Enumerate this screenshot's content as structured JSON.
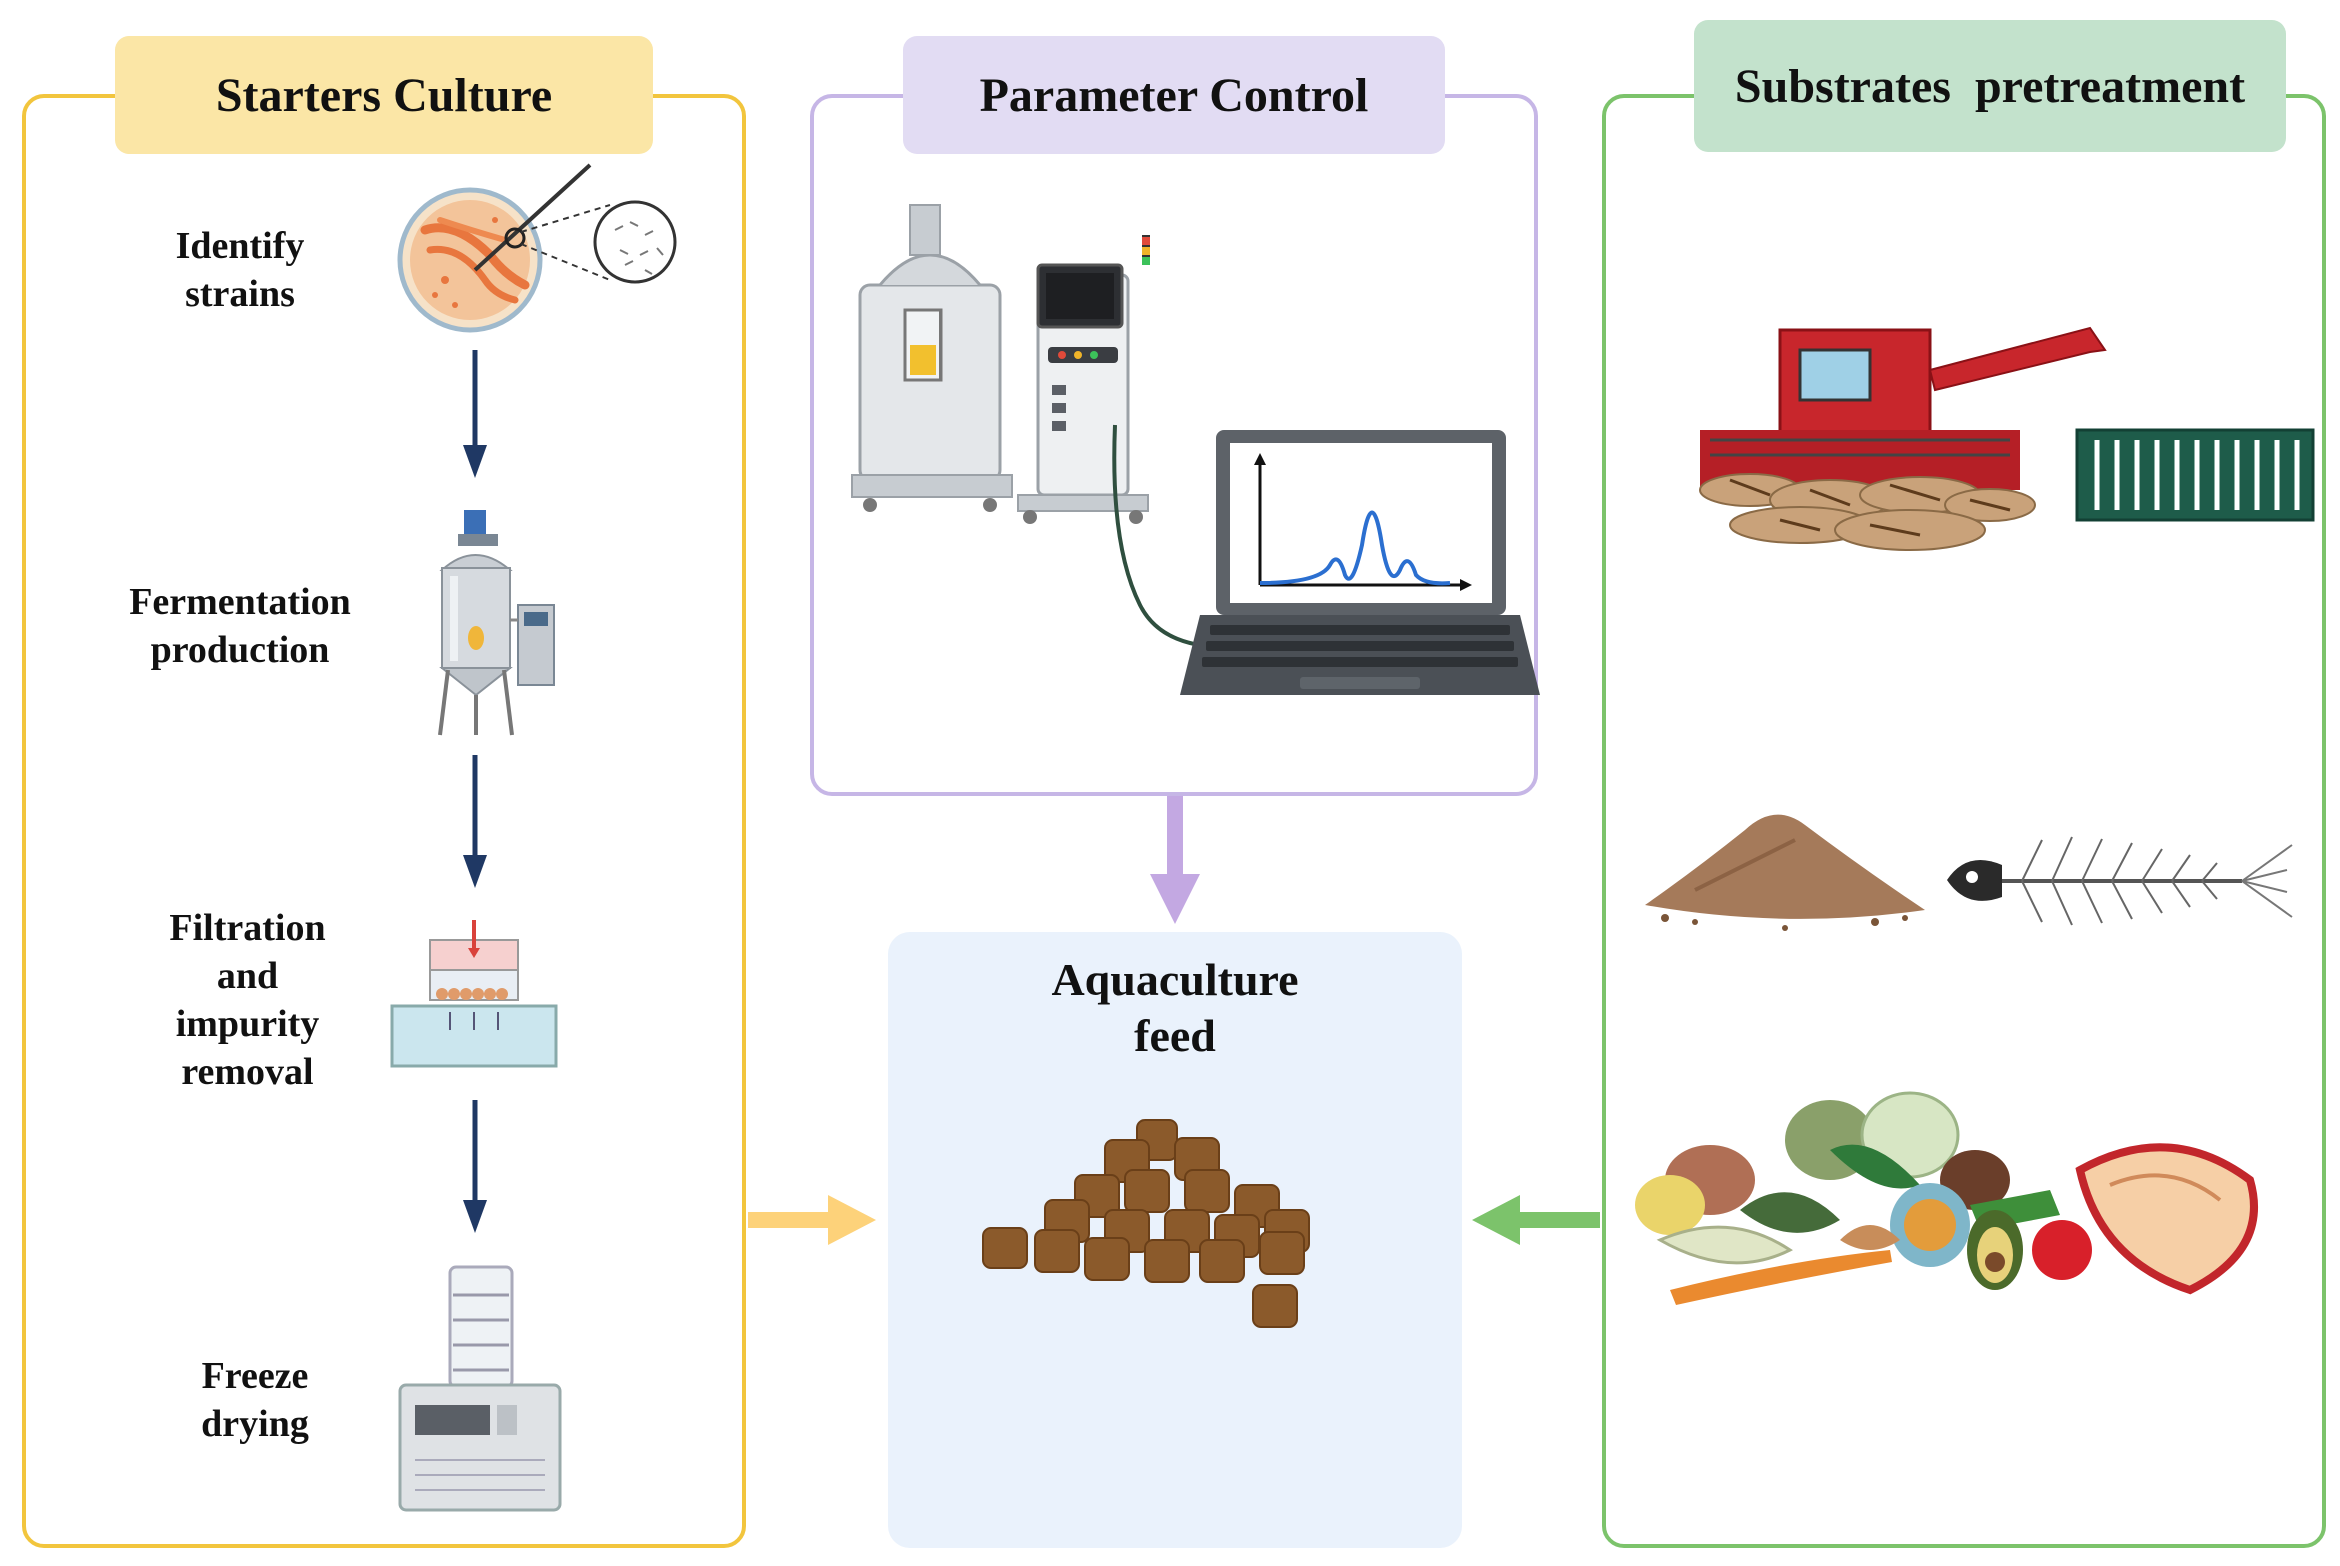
{
  "panels": {
    "starters": {
      "title": "Starters Culture",
      "steps": [
        "Identify strains",
        "Fermentation production",
        "Filtration and impurity removal",
        "Freeze drying"
      ],
      "border_color": "#f2c53d",
      "header_color": "#fbe6a6"
    },
    "parameter": {
      "title": "Parameter Control",
      "border_color": "#c6b6e6",
      "header_color": "#e2dcf3"
    },
    "substrates": {
      "title": "Substrates  pretreatment",
      "border_color": "#7cc36b",
      "header_color": "#c3e2cc"
    }
  },
  "center": {
    "title_line1": "Aquaculture",
    "title_line2": "feed",
    "box_color": "#eaf2fc"
  },
  "arrows": {
    "step_arrow_color": "#1f3864",
    "left_arrow_color": "#fdd27a",
    "top_arrow_color": "#c3a8e2",
    "right_arrow_color": "#7cc36b"
  },
  "icons": [
    "petri-dish-icon",
    "bioreactor-tank-icon",
    "filtration-unit-icon",
    "freeze-dryer-icon",
    "lab-fermenter-icon",
    "laptop-chart-icon",
    "combine-harvester-icon",
    "crop-residue-icon",
    "meal-powder-icon",
    "fish-bone-icon",
    "food-waste-icon",
    "feed-pellets-icon"
  ]
}
